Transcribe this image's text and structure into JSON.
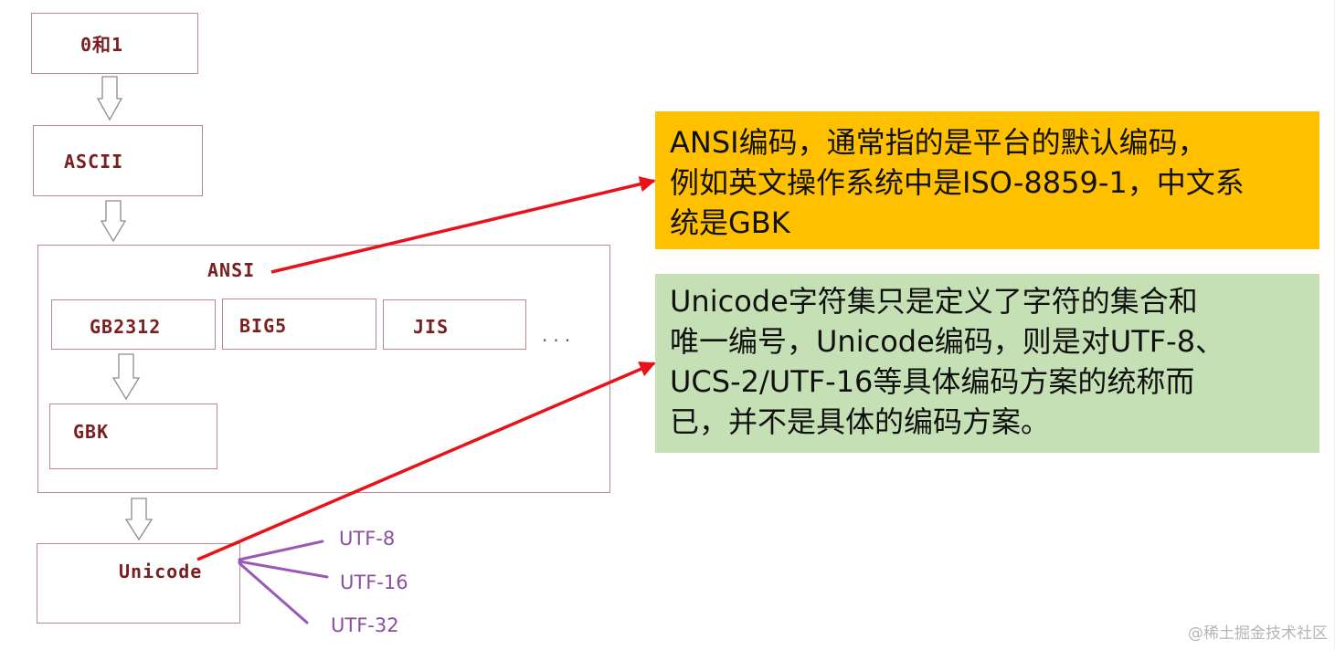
{
  "nodes": {
    "binary": "0和1",
    "ascii": "ASCII",
    "ansi": "ANSI",
    "gb2312": "GB2312",
    "big5": "BIG5",
    "jis": "JIS",
    "more": "...",
    "gbk": "GBK",
    "unicode": "Unicode"
  },
  "encodings": [
    "UTF-8",
    "UTF-16",
    "UTF-32"
  ],
  "notes": {
    "ansi": {
      "lines": [
        "ANSI编码，通常指的是平台的默认编码，",
        "例如英文操作系统中是ISO-8859-1，中文系",
        "统是GBK"
      ],
      "color": "#ffc000"
    },
    "unicode": {
      "lines": [
        "Unicode字符集只是定义了字符的集合和",
        "唯一编号，Unicode编码，则是对UTF-8、",
        "UCS-2/UTF-16等具体编码方案的统称而",
        "已，并不是具体的编码方案。"
      ],
      "color": "#c5e0b4"
    }
  },
  "colors": {
    "box_border": "#b88a8a",
    "box_text": "#7a1f1f",
    "pointer_arrow": "#e8121b",
    "encoding_branch": "#9b59b6"
  },
  "watermark": "@稀土掘金技术社区"
}
